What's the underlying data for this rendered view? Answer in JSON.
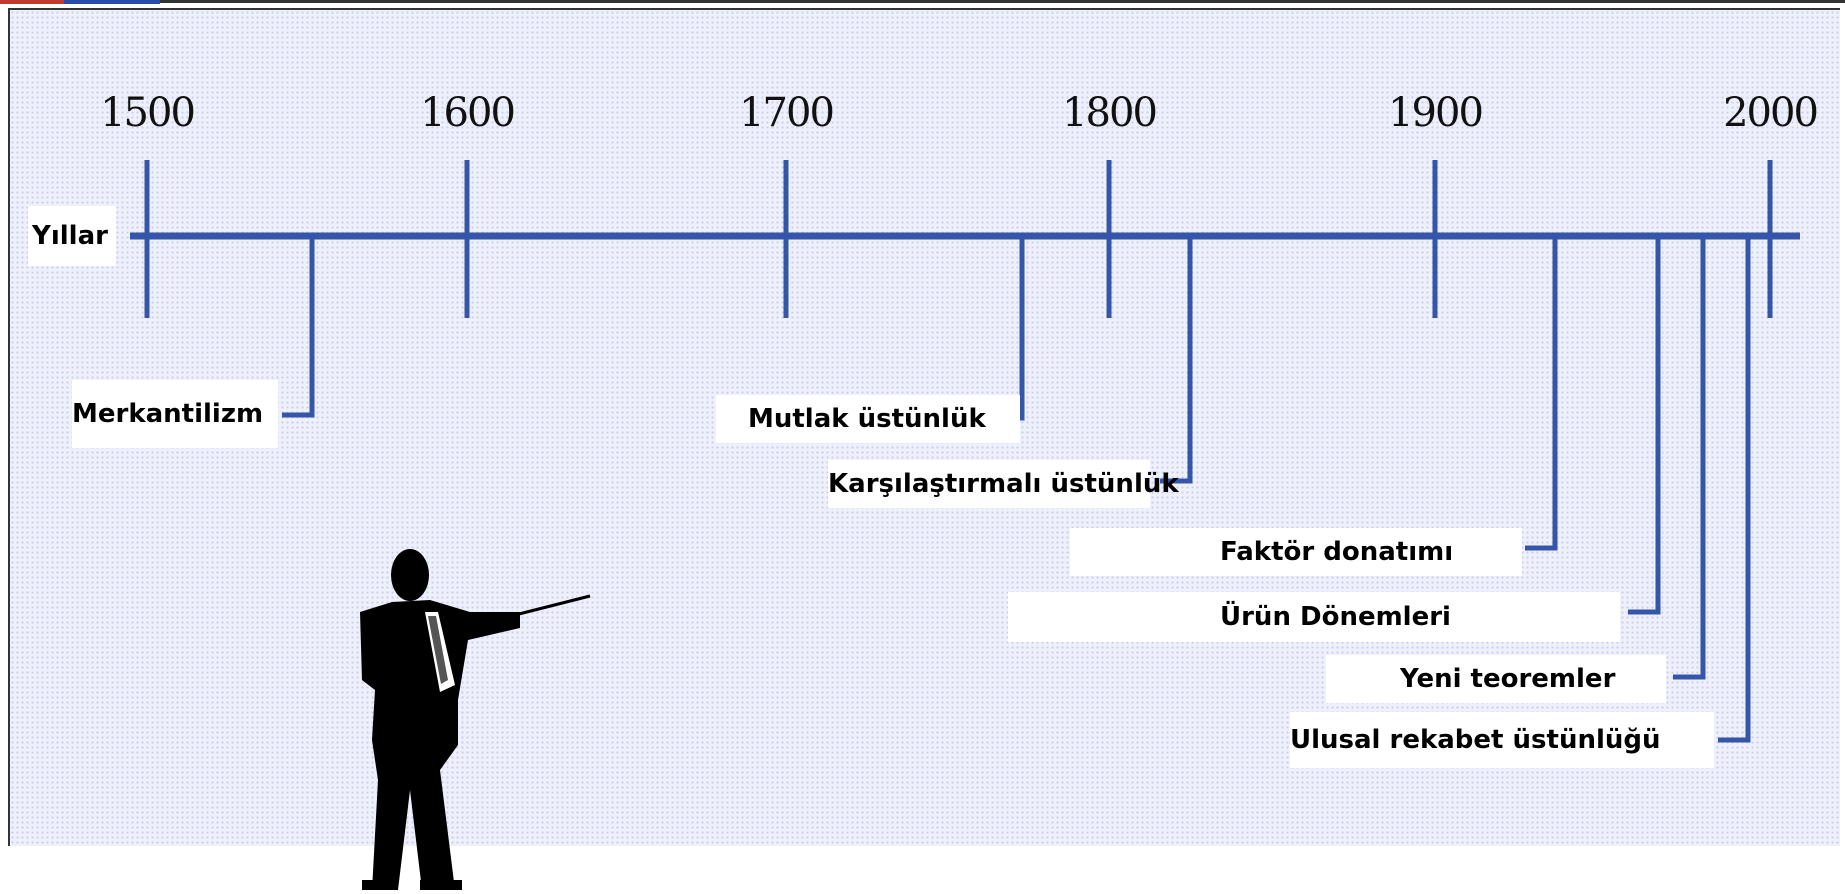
{
  "axis_label": "Yıllar",
  "years": [
    "1500",
    "1600",
    "1700",
    "1800",
    "1900",
    "2000"
  ],
  "events": [
    {
      "label": "Merkantilizm"
    },
    {
      "label": "Mutlak üstünlük"
    },
    {
      "label": "Karşılaştırmalı üstünlük"
    },
    {
      "label": "Faktör donatımı"
    },
    {
      "label": "Ürün Dönemleri"
    },
    {
      "label": "Yeni teoremler"
    },
    {
      "label": "Ulusal rekabet üstünlüğü"
    }
  ],
  "colors": {
    "line": "#3556a8",
    "background": "#eef0fb"
  }
}
